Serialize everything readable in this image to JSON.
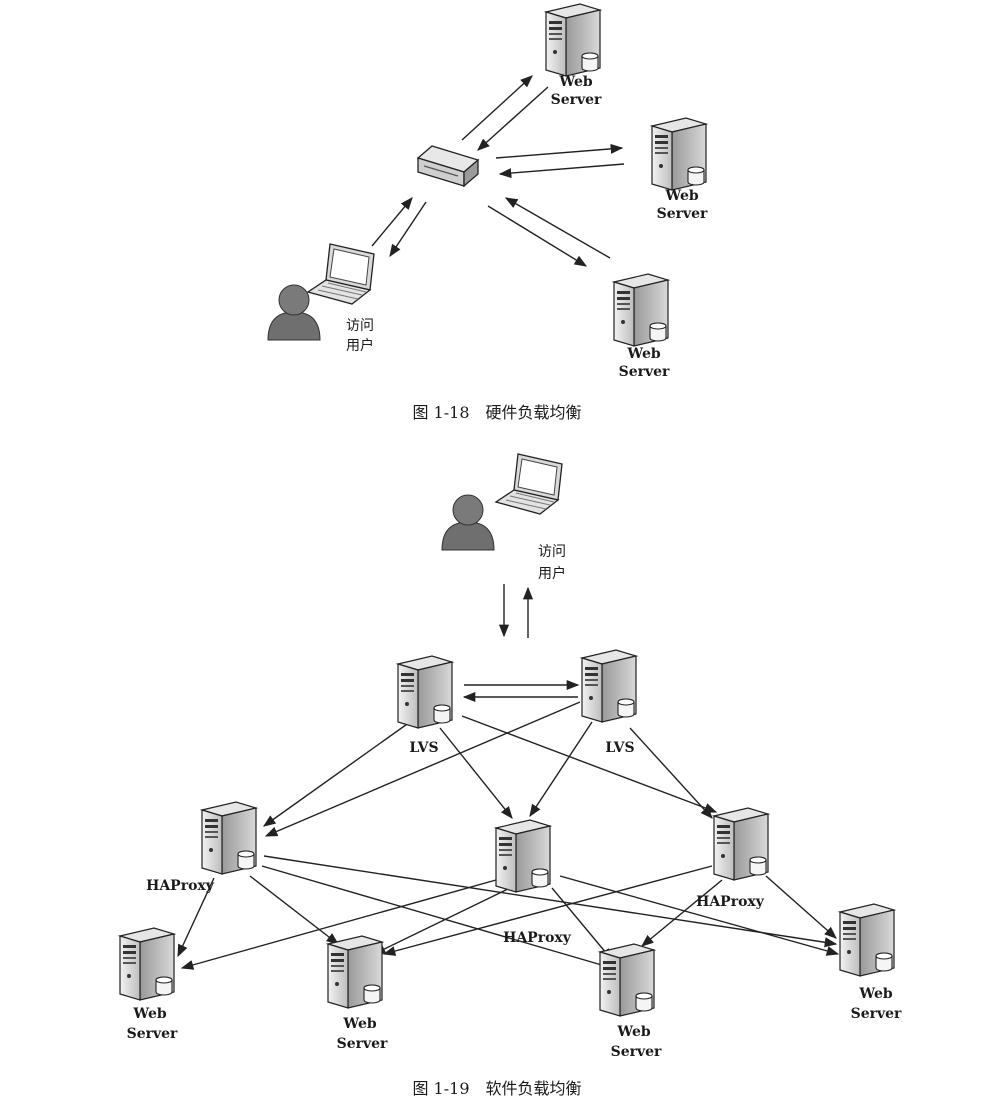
{
  "fig1": {
    "caption": "图 1-18　硬件负载均衡",
    "user_label": [
      "访问",
      "用户"
    ],
    "servers": [
      {
        "label": [
          "Web",
          "Server"
        ]
      },
      {
        "label": [
          "Web",
          "Server"
        ]
      },
      {
        "label": [
          "Web",
          "Server"
        ]
      }
    ],
    "device_icon": "load-balancer-hardware-icon"
  },
  "fig2": {
    "caption": "图 1-19　软件负载均衡",
    "user_label": [
      "访问",
      "用户"
    ],
    "lvs": [
      {
        "label": "LVS"
      },
      {
        "label": "LVS"
      }
    ],
    "haproxy": [
      {
        "label": "HAProxy"
      },
      {
        "label": ""
      },
      {
        "label": "HAProxy"
      }
    ],
    "haproxy_center_label": "HAProxy",
    "web": [
      {
        "label": [
          "Web",
          "Server"
        ]
      },
      {
        "label": [
          "Web",
          "Server"
        ]
      },
      {
        "label": [
          "Web",
          "Server"
        ]
      },
      {
        "label": [
          "Web",
          "Server"
        ]
      }
    ]
  },
  "icons": {
    "server": "server-icon",
    "laptop": "laptop-icon",
    "user": "user-icon"
  }
}
